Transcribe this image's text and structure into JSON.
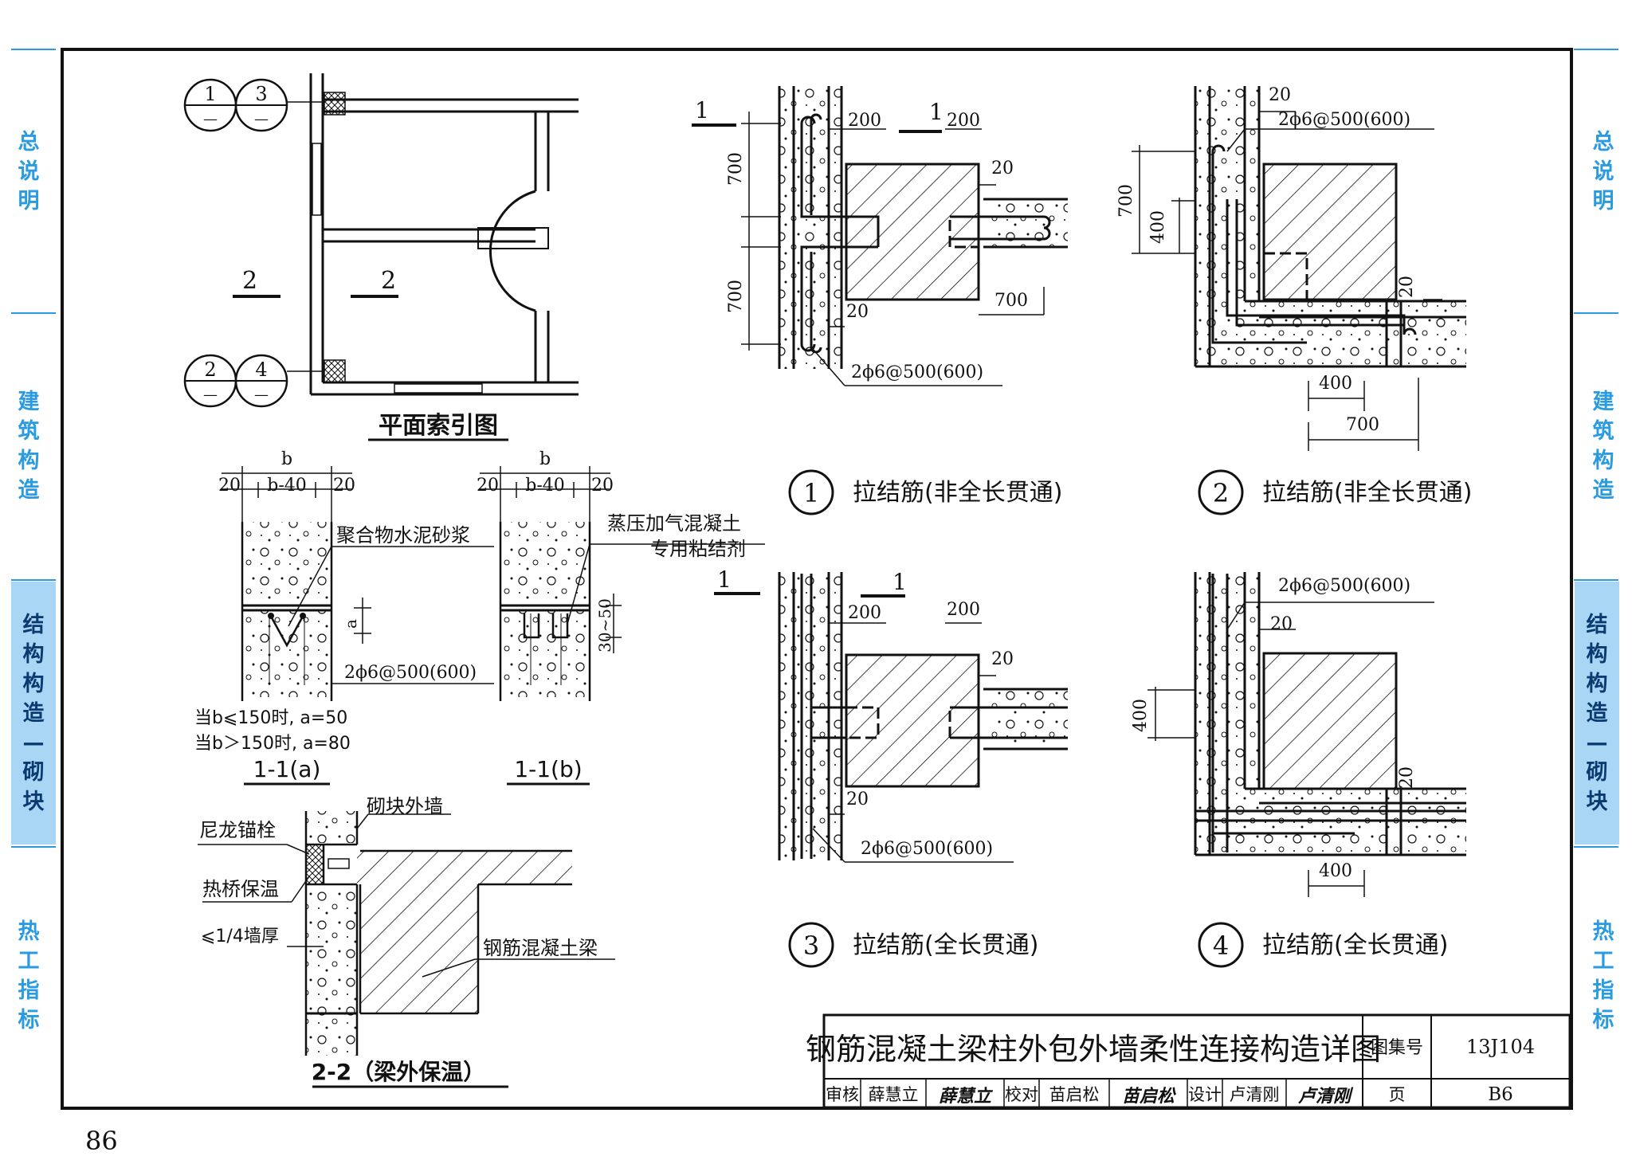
{
  "side_tabs": [
    {
      "label": "总说明",
      "active": false
    },
    {
      "label": "建筑构造",
      "active": false
    },
    {
      "label": "结构构造—砌块",
      "active": true
    },
    {
      "label": "热工指标",
      "active": false
    }
  ],
  "plan": {
    "title": "平面索引图",
    "section_mark": "2",
    "detail_refs": [
      "1",
      "3",
      "2",
      "4"
    ],
    "ref_dash": "—"
  },
  "sections": {
    "left_caption": "1-1(a)",
    "right_caption": "1-1(b)",
    "dim_b": "b",
    "dim_b40": "b-40",
    "dim_20": "20",
    "label_mortar": "聚合物水泥砂浆",
    "label_aac_1": "蒸压加气混凝土",
    "label_aac_2": "专用粘结剂",
    "label_a": "a",
    "label_rebar": "2ϕ6@500(600)",
    "label_30_50": "30~50",
    "note_1": "当b⩽150时, a=50",
    "note_2": "当b＞150时, a=80"
  },
  "section22": {
    "caption": "2-2（梁外保温）",
    "wall": "砌块外墙",
    "anchor": "尼龙锚栓",
    "insulation": "热桥保温",
    "quarter": "⩽1/4墙厚",
    "beam": "钢筋混凝土梁"
  },
  "details": {
    "d1": {
      "num": "1",
      "title": "拉结筋(非全长贯通)"
    },
    "d2": {
      "num": "2",
      "title": "拉结筋(非全长贯通)"
    },
    "d3": {
      "num": "3",
      "title": "拉结筋(全长贯通)"
    },
    "d4": {
      "num": "4",
      "title": "拉结筋(全长贯通)"
    },
    "rebar": "2ϕ6@500(600)",
    "dim_200": "200",
    "dim_20": "20",
    "dim_700": "700",
    "dim_400": "400",
    "sec1": "1"
  },
  "title_block": {
    "title": "钢筋混凝土梁柱外包外墙柔性连接构造详图",
    "atlas_label": "图集号",
    "atlas_no": "13J104",
    "review_label": "审核",
    "reviewer": "薛慧立",
    "reviewer_sig": "薛慧立",
    "check_label": "校对",
    "checker": "苗启松",
    "checker_sig": "苗启松",
    "design_label": "设计",
    "designer": "卢清刚",
    "designer_sig": "卢清刚",
    "page_label": "页",
    "page_no": "B6"
  },
  "page_number": "86"
}
